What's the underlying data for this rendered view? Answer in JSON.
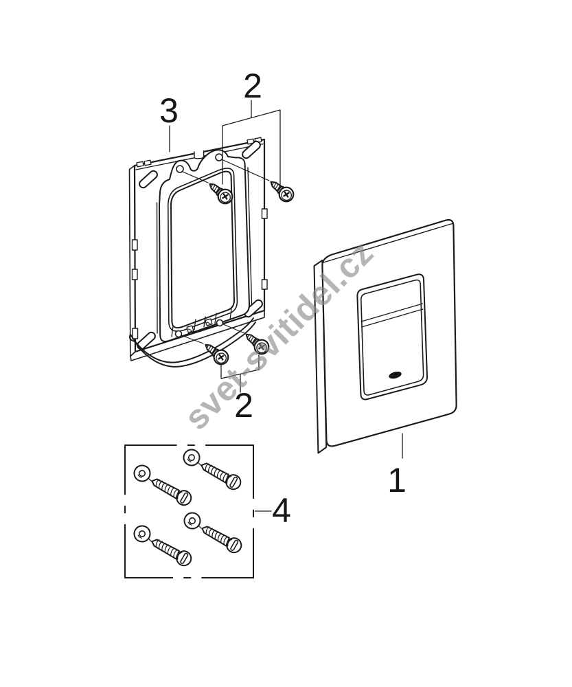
{
  "page": {
    "background": "#ffffff"
  },
  "colors": {
    "line": "#1b1b1b",
    "background": "#ffffff",
    "watermark_gray": "#b5b5b5"
  },
  "watermark": {
    "text": "svet-svitidel.cz",
    "rotation_deg": -45
  },
  "callouts": {
    "plate_label": "1",
    "screws_top_label": "2",
    "screws_bottom_label": "2",
    "frame_label": "3",
    "screw_pack_label": "4"
  },
  "parts": [
    {
      "callout": "1",
      "name": "flush-actuation-plate",
      "count": 1
    },
    {
      "callout": "2",
      "name": "frame-fixing-screw",
      "count": 4
    },
    {
      "callout": "3",
      "name": "mounting-frame",
      "count": 1
    },
    {
      "callout": "4",
      "name": "wall-fixing-screw-with-washer",
      "count": 4
    }
  ]
}
